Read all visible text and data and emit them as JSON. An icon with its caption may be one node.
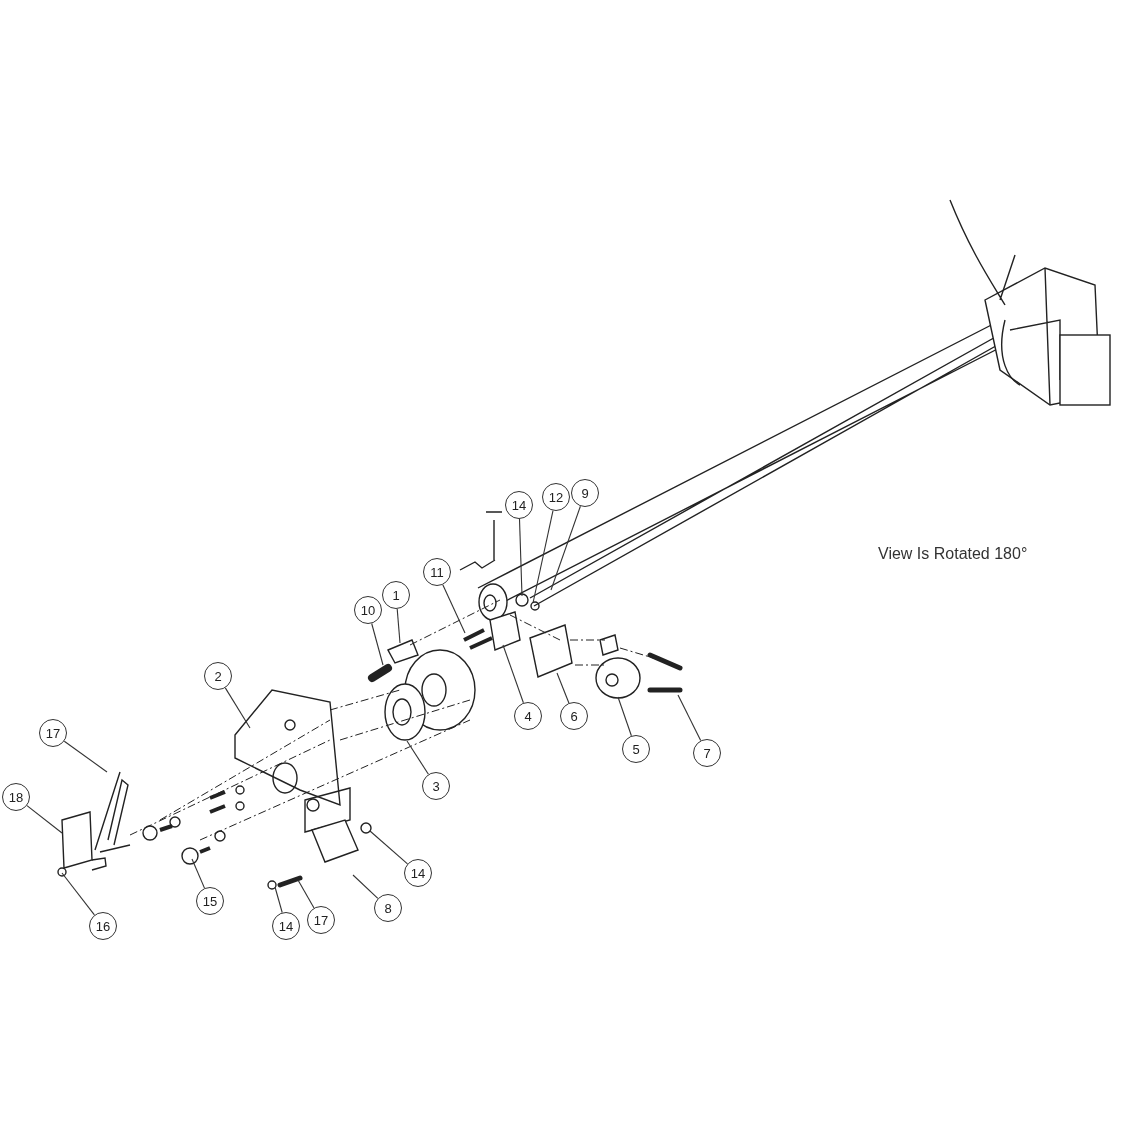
{
  "diagram": {
    "nodes": [
      {
        "text": [
          "14"
        ]
      },
      {
        "text": [
          "12"
        ]
      },
      {
        "text": [
          "9"
        ]
      },
      {
        "text": [
          "11"
        ]
      },
      {
        "text": [
          "1"
        ]
      },
      {
        "text": [
          "10"
        ]
      },
      {
        "text": [
          "2"
        ]
      },
      {
        "text": [
          "4"
        ]
      },
      {
        "text": [
          "6"
        ]
      },
      {
        "text": [
          "5"
        ]
      },
      {
        "text": [
          "17"
        ]
      },
      {
        "text": [
          "7"
        ]
      },
      {
        "text": [
          "3"
        ]
      },
      {
        "text": [
          "18"
        ]
      },
      {
        "text": [
          "14"
        ]
      },
      {
        "text": [
          "15"
        ]
      },
      {
        "text": [
          "8"
        ]
      },
      {
        "text": [
          "17"
        ]
      },
      {
        "text": [
          "14"
        ]
      },
      {
        "text": [
          "16"
        ]
      }
    ],
    "edges": [
      {
        "from": 0,
        "to": null,
        "arrow": "none"
      },
      {
        "from": 1,
        "to": null,
        "arrow": "none"
      },
      {
        "from": 2,
        "to": null,
        "arrow": "none"
      },
      {
        "from": 3,
        "to": null,
        "arrow": "none"
      },
      {
        "from": 4,
        "to": null,
        "arrow": "none"
      },
      {
        "from": 5,
        "to": null,
        "arrow": "none"
      },
      {
        "from": 6,
        "to": null,
        "arrow": "none"
      },
      {
        "from": 7,
        "to": null,
        "arrow": "none"
      },
      {
        "from": 8,
        "to": null,
        "arrow": "none"
      },
      {
        "from": 9,
        "to": null,
        "arrow": "none"
      },
      {
        "from": 10,
        "to": null,
        "arrow": "none"
      },
      {
        "from": 11,
        "to": null,
        "arrow": "none"
      },
      {
        "from": 12,
        "to": null,
        "arrow": "none"
      },
      {
        "from": 13,
        "to": null,
        "arrow": "none"
      },
      {
        "from": 14,
        "to": null,
        "arrow": "none"
      },
      {
        "from": 15,
        "to": null,
        "arrow": "none"
      },
      {
        "from": 16,
        "to": null,
        "arrow": "none"
      },
      {
        "from": 17,
        "to": null,
        "arrow": "none"
      },
      {
        "from": 18,
        "to": null,
        "arrow": "none"
      },
      {
        "from": 19,
        "to": null,
        "arrow": "none"
      }
    ],
    "labels": [
      "View Is Rotated 180°"
    ]
  }
}
